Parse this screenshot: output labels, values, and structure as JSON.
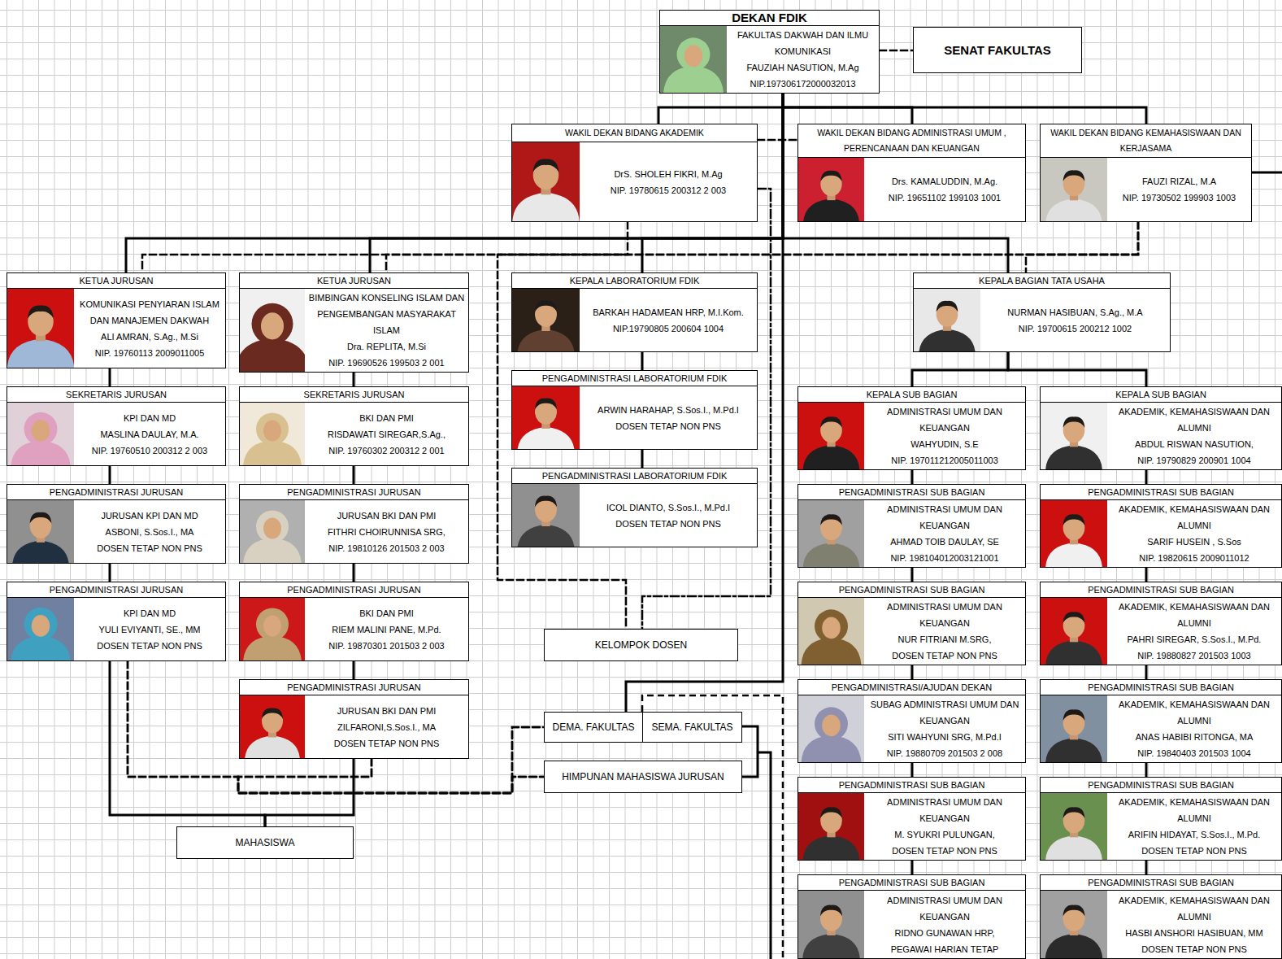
{
  "diagram": {
    "nodes": [
      {
        "text": [
          "DEKAN FDIK",
          "FAKULTAS DAKWAH DAN ILMU KOMUNIKASI",
          "FAUZIAH NASUTION, M.Ag",
          "NIP.197306172000032013"
        ]
      },
      {
        "text": [
          "SENAT FAKULTAS"
        ]
      },
      {
        "text": [
          "WAKIL DEKAN BIDANG AKADEMIK",
          "DrS. SHOLEH FIKRI, M.Ag",
          "NIP. 19780615 200312 2 003"
        ]
      },
      {
        "text": [
          "WAKIL DEKAN BIDANG ADMINISTRASI UMUM , PERENCANAAN DAN KEUANGAN",
          "Drs. KAMALUDDIN, M.Ag.",
          "NIP. 19651102 199103 1001"
        ]
      },
      {
        "text": [
          "WAKIL DEKAN BIDANG KEMAHASISWAAN DAN KERJASAMA",
          "FAUZI RIZAL, M.A",
          "NIP. 19730502 199903 1003"
        ]
      },
      {
        "text": [
          "KETUA JURUSAN",
          "KOMUNIKASI PENYIARAN ISLAM DAN MANAJEMEN DAKWAH",
          "ALI AMRAN, S.Ag., M.Si",
          "NIP. 19760113 2009011005"
        ]
      },
      {
        "text": [
          "KETUA JURUSAN",
          "BIMBINGAN KONSELING ISLAM DAN PENGEMBANGAN MASYARAKAT ISLAM",
          "Dra. REPLITA, M.Si",
          "NIP. 19690526 199503 2 001"
        ]
      },
      {
        "text": [
          "KEPALA LABORATORIUM FDIK",
          "BARKAH HADAMEAN HRP, M.I.Kom.",
          "NIP.19790805 200604 1004"
        ]
      },
      {
        "text": [
          "KEPALA BAGIAN TATA USAHA",
          "NURMAN HASIBUAN, S.Ag., M.A",
          "NIP. 19700615 200212 1002"
        ]
      },
      {
        "text": [
          "SEKRETARIS JURUSAN",
          "KPI DAN MD",
          "MASLINA DAULAY, M.A.",
          "NIP. 19760510 200312 2 003"
        ]
      },
      {
        "text": [
          "SEKRETARIS JURUSAN",
          "BKI DAN PMI",
          "RISDAWATI SIREGAR,S.Ag.,",
          "NIP. 19760302 200312 2 001"
        ]
      },
      {
        "text": [
          "PENGADMINISTRASI LABORATORIUM FDIK",
          "ARWIN HARAHAP, S.Sos.I., M.Pd.I",
          "DOSEN TETAP NON PNS"
        ]
      },
      {
        "text": [
          "PENGADMINISTRASI LABORATORIUM FDIK",
          "ICOL DIANTO, S.Sos.I., M.Pd.I",
          "DOSEN TETAP NON PNS"
        ]
      },
      {
        "text": [
          "KEPALA SUB BAGIAN",
          "ADMINISTRASI UMUM DAN KEUANGAN",
          "WAHYUDIN, S.E",
          "NIP. 197011212005011003"
        ]
      },
      {
        "text": [
          "KEPALA SUB BAGIAN",
          "AKADEMIK, KEMAHASISWAAN DAN ALUMNI",
          "ABDUL RISWAN NASUTION,",
          "NIP. 19790829 200901 1004"
        ]
      },
      {
        "text": [
          "PENGADMINISTRASI JURUSAN",
          "JURUSAN KPI DAN MD",
          "ASBONI, S.Sos.I., MA",
          "DOSEN TETAP NON PNS"
        ]
      },
      {
        "text": [
          "PENGADMINISTRASI JURUSAN",
          "JURUSAN BKI DAN PMI",
          "FITHRI CHOIRUNNISA SRG,",
          "NIP. 19810126 201503 2 003"
        ]
      },
      {
        "text": [
          "PENGADMINISTRASI SUB BAGIAN",
          "ADMINISTRASI UMUM DAN KEUANGAN",
          "AHMAD TOIB DAULAY, SE",
          "NIP. 198104012003121001"
        ]
      },
      {
        "text": [
          "PENGADMINISTRASI SUB BAGIAN",
          "AKADEMIK, KEMAHASISWAAN DAN ALUMNI",
          "SARIF HUSEIN , S.Sos",
          "NIP. 19820615 2009011012"
        ]
      },
      {
        "text": [
          "PENGADMINISTRASI JURUSAN",
          "KPI DAN MD",
          "YULI EVIYANTI, SE., MM",
          "DOSEN TETAP NON PNS"
        ]
      },
      {
        "text": [
          "PENGADMINISTRASI JURUSAN",
          "BKI DAN PMI",
          "RIEM MALINI PANE, M.Pd.",
          "NIP. 19870301 201503 2 003"
        ]
      },
      {
        "text": [
          "PENGADMINISTRASI SUB BAGIAN",
          "ADMINISTRASI UMUM DAN KEUANGAN",
          "NUR FITRIANI M.SRG,",
          "DOSEN TETAP NON PNS"
        ]
      },
      {
        "text": [
          "PENGADMINISTRASI SUB BAGIAN",
          "AKADEMIK, KEMAHASISWAAN DAN ALUMNI",
          "PAHRI SIREGAR, S.Sos.I., M.Pd.",
          "NIP. 19880827 201503 1003"
        ]
      },
      {
        "text": [
          "KELOMPOK DOSEN"
        ]
      },
      {
        "text": [
          "PENGADMINISTRASI JURUSAN",
          "JURUSAN BKI DAN PMI",
          "ZILFARONI,S.Sos.I., MA",
          "DOSEN TETAP NON PNS"
        ]
      },
      {
        "text": [
          "PENGADMINISTRASI/AJUDAN DEKAN",
          "SUBAG ADMINISTRASI UMUM DAN KEUANGAN",
          "SITI WAHYUNI SRG, M.Pd.I",
          "NIP. 19880709 201503 2 008"
        ]
      },
      {
        "text": [
          "PENGADMINISTRASI SUB BAGIAN",
          "AKADEMIK, KEMAHASISWAAN DAN ALUMNI",
          "ANAS HABIBI RITONGA, MA",
          "NIP. 19840403 201503 1004"
        ]
      },
      {
        "text": [
          "DEMA. FAKULTAS"
        ]
      },
      {
        "text": [
          "SEMA. FAKULTAS"
        ]
      },
      {
        "text": [
          "HIMPUNAN MAHASISWA JURUSAN"
        ]
      },
      {
        "text": [
          "MAHASISWA"
        ]
      },
      {
        "text": [
          "PENGADMINISTRASI SUB BAGIAN",
          "ADMINISTRASI UMUM DAN KEUANGAN",
          "M. SYUKRI PULUNGAN,",
          "DOSEN TETAP NON PNS"
        ]
      },
      {
        "text": [
          "PENGADMINISTRASI SUB BAGIAN",
          "AKADEMIK, KEMAHASISWAAN DAN ALUMNI",
          "ARIFIN HIDAYAT, S.Sos.I., M.Pd.",
          "DOSEN TETAP NON PNS"
        ]
      },
      {
        "text": [
          "PENGADMINISTRASI SUB BAGIAN",
          "ADMINISTRASI UMUM DAN KEUANGAN",
          "RIDNO GUNAWAN HRP,",
          "PEGAWAI HARIAN TETAP"
        ]
      },
      {
        "text": [
          "PENGADMINISTRASI SUB BAGIAN",
          "AKADEMIK, KEMAHASISWAAN DAN ALUMNI",
          "HASBI ANSHORI HASIBUAN, MM",
          "DOSEN TETAP NON PNS"
        ]
      }
    ],
    "edges": [
      {
        "from": 0,
        "to": 1,
        "arrow": "none"
      },
      {
        "from": 0,
        "to": 2,
        "arrow": "none"
      },
      {
        "from": 0,
        "to": 3,
        "arrow": "none"
      },
      {
        "from": 0,
        "to": 4,
        "arrow": "none"
      },
      {
        "from": 0,
        "to": 5,
        "arrow": "none"
      },
      {
        "from": 0,
        "to": 6,
        "arrow": "none"
      },
      {
        "from": 0,
        "to": 7,
        "arrow": "none"
      },
      {
        "from": 0,
        "to": 8,
        "arrow": "none"
      },
      {
        "from": 2,
        "to": 3,
        "arrow": "none"
      },
      {
        "from": 2,
        "to": 23,
        "arrow": "none"
      },
      {
        "from": 2,
        "to": 23,
        "arrow": "none"
      },
      {
        "from": 4,
        "to": 5,
        "arrow": "none"
      },
      {
        "from": 4,
        "to": 6,
        "arrow": "none"
      },
      {
        "from": 4,
        "to": 8,
        "arrow": "none"
      },
      {
        "from": 5,
        "to": 9,
        "arrow": "none"
      },
      {
        "from": 9,
        "to": 15,
        "arrow": "none"
      },
      {
        "from": 15,
        "to": 19,
        "arrow": "none"
      },
      {
        "from": 19,
        "to": 30,
        "arrow": "none"
      },
      {
        "from": 6,
        "to": 10,
        "arrow": "none"
      },
      {
        "from": 10,
        "to": 16,
        "arrow": "none"
      },
      {
        "from": 16,
        "to": 20,
        "arrow": "none"
      },
      {
        "from": 20,
        "to": 24,
        "arrow": "none"
      },
      {
        "from": 24,
        "to": 30,
        "arrow": "none"
      },
      {
        "from": 7,
        "to": 11,
        "arrow": "none"
      },
      {
        "from": 11,
        "to": 12,
        "arrow": "none"
      },
      {
        "from": 8,
        "to": 13,
        "arrow": "none"
      },
      {
        "from": 8,
        "to": 14,
        "arrow": "none"
      },
      {
        "from": 13,
        "to": 17,
        "arrow": "none"
      },
      {
        "from": 17,
        "to": 21,
        "arrow": "none"
      },
      {
        "from": 21,
        "to": 25,
        "arrow": "none"
      },
      {
        "from": 25,
        "to": 31,
        "arrow": "none"
      },
      {
        "from": 31,
        "to": 33,
        "arrow": "none"
      },
      {
        "from": 14,
        "to": 18,
        "arrow": "none"
      },
      {
        "from": 18,
        "to": 22,
        "arrow": "none"
      },
      {
        "from": 22,
        "to": 26,
        "arrow": "none"
      },
      {
        "from": 26,
        "to": 32,
        "arrow": "none"
      },
      {
        "from": 32,
        "to": 34,
        "arrow": "none"
      },
      {
        "from": 0,
        "to": 27,
        "arrow": "none"
      },
      {
        "from": 19,
        "to": 27,
        "arrow": "none"
      },
      {
        "from": 19,
        "to": 29,
        "arrow": "none"
      },
      {
        "from": 24,
        "to": 27,
        "arrow": "none"
      },
      {
        "from": 24,
        "to": 29,
        "arrow": "none"
      }
    ]
  }
}
